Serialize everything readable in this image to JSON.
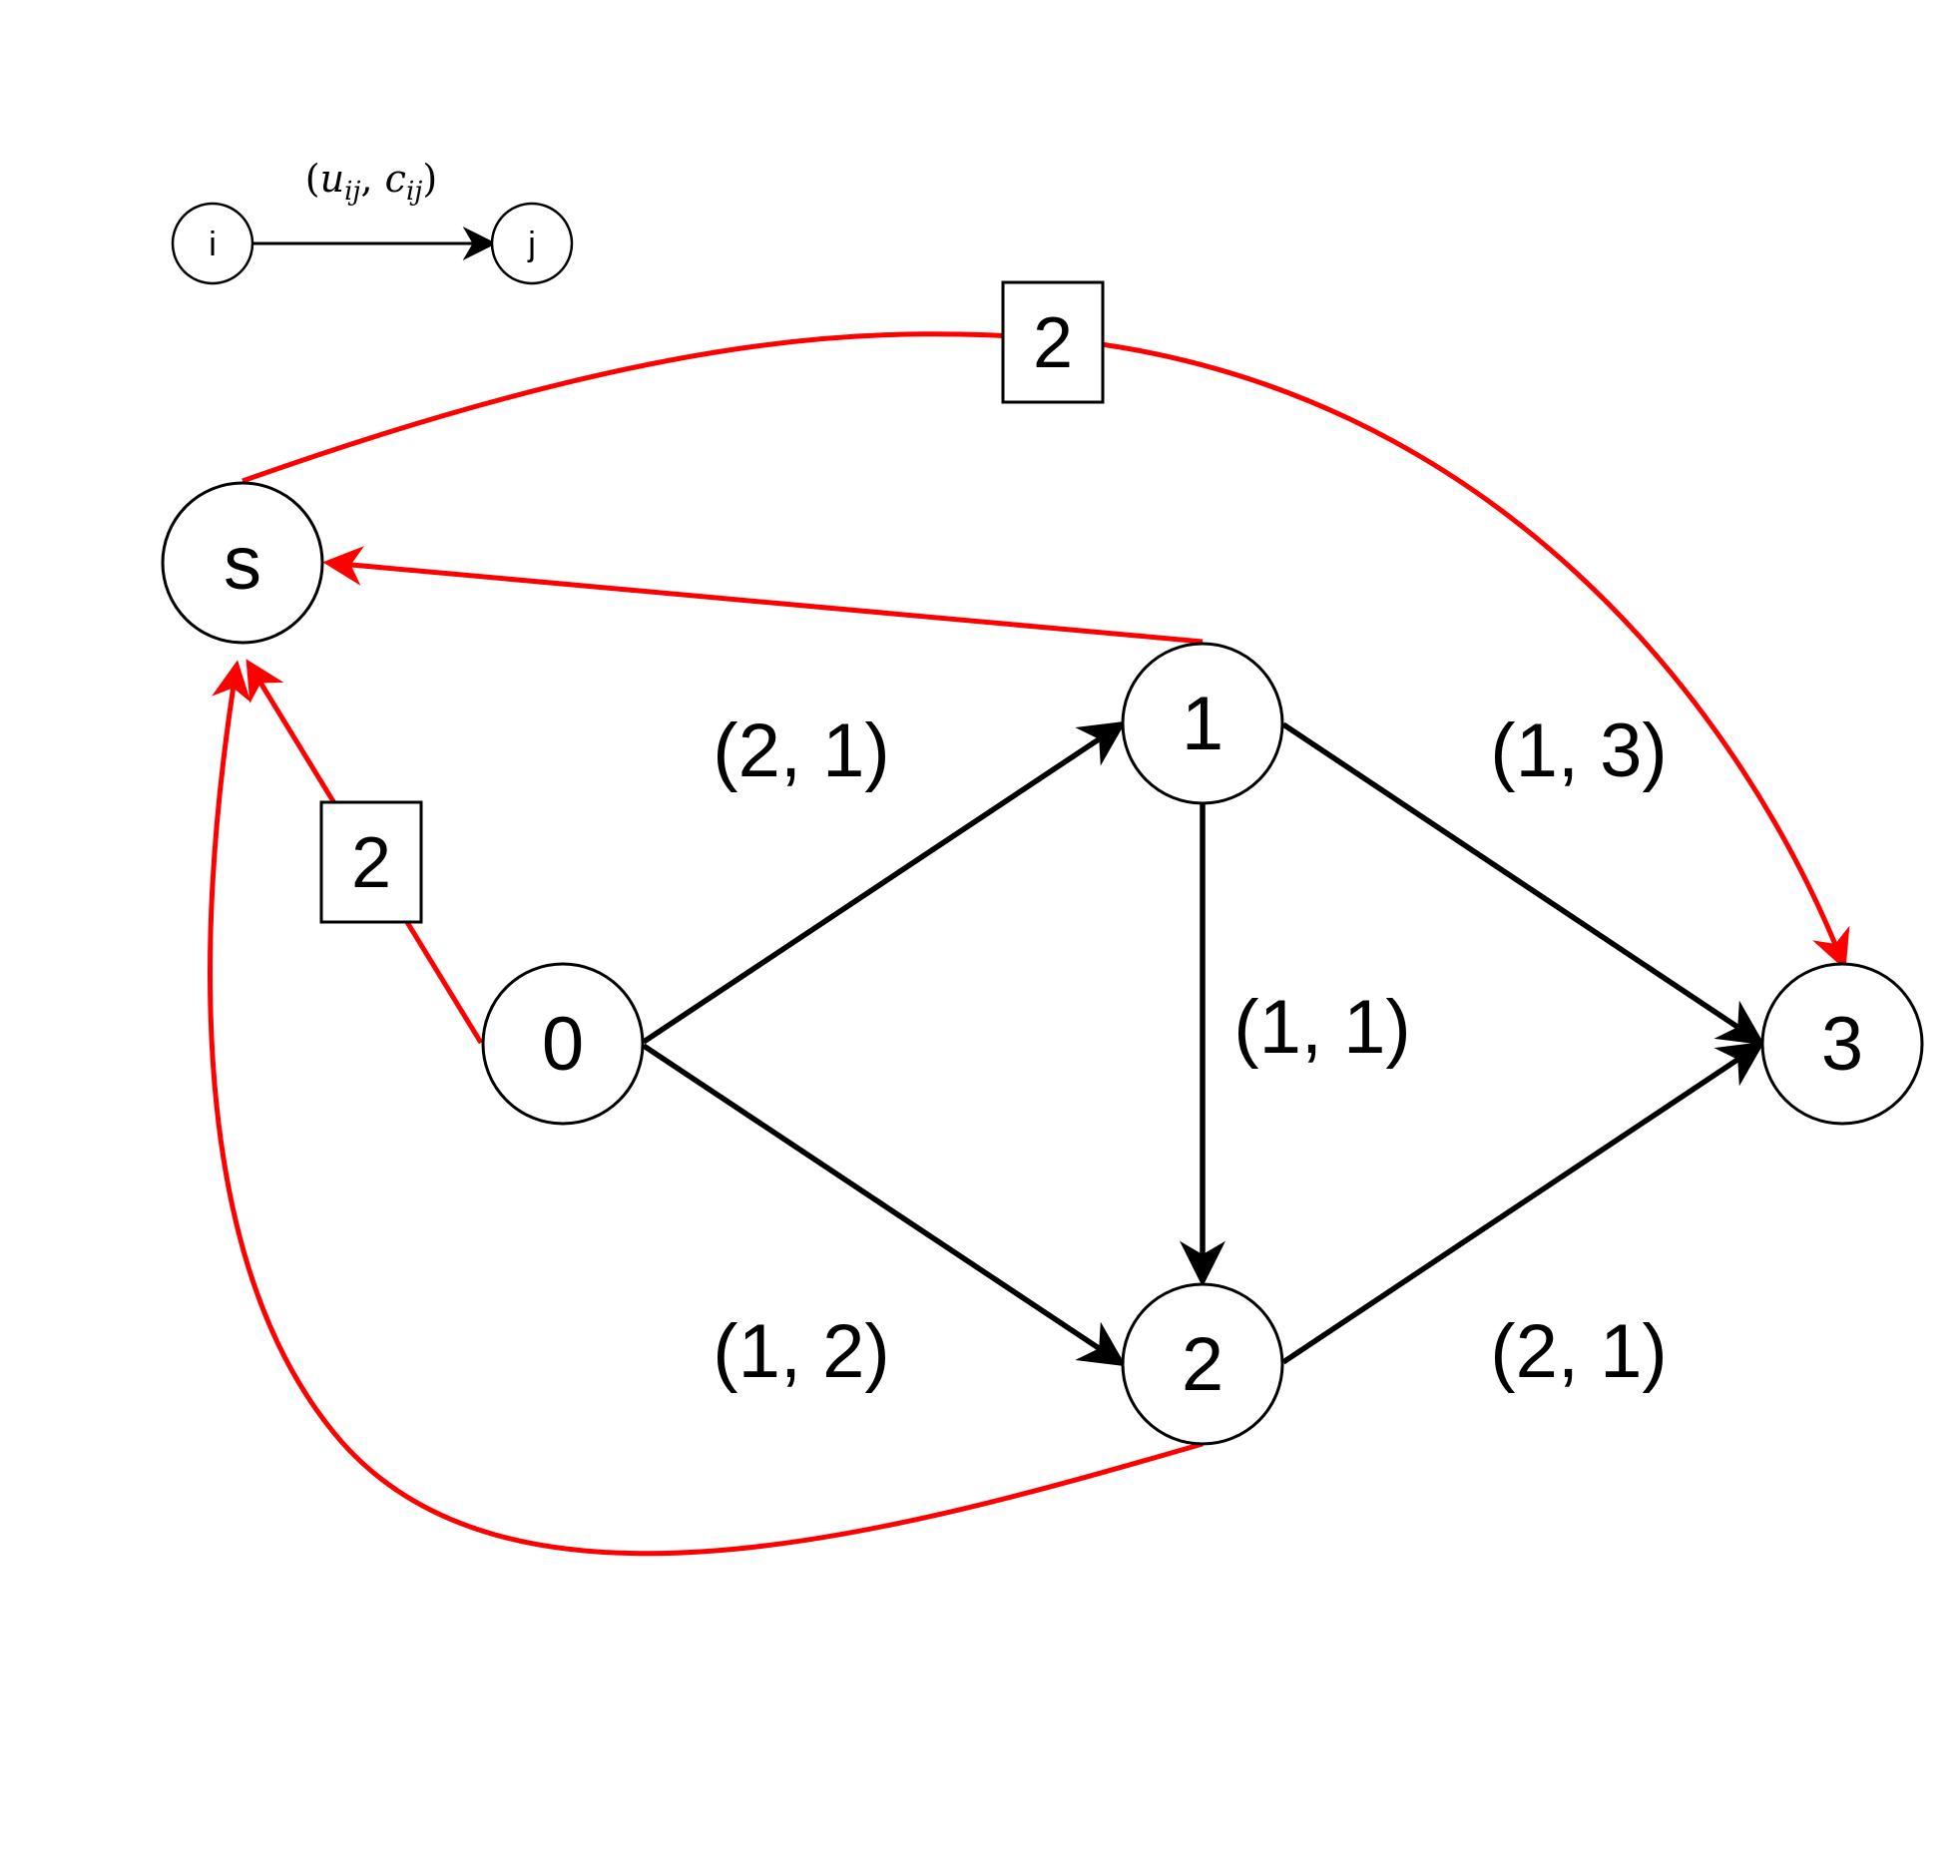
{
  "legend": {
    "tail_label": "i",
    "head_label": "j",
    "formula": {
      "open": "(",
      "u": "u",
      "u_sub": "ij",
      "sep": ", ",
      "c": "c",
      "c_sub": "ij",
      "close": ")"
    }
  },
  "nodes": {
    "s": "s",
    "n0": "0",
    "n1": "1",
    "n2": "2",
    "n3": "3"
  },
  "edges": {
    "e01": "(2, 1)",
    "e02": "(1, 2)",
    "e12": "(1, 1)",
    "e13": "(1, 3)",
    "e23": "(2, 1)"
  },
  "flow_labels": {
    "s_to_3": "2",
    "0_to_s": "2"
  },
  "colors": {
    "network_edge": "#000000",
    "flow_edge": "#ff0000"
  }
}
